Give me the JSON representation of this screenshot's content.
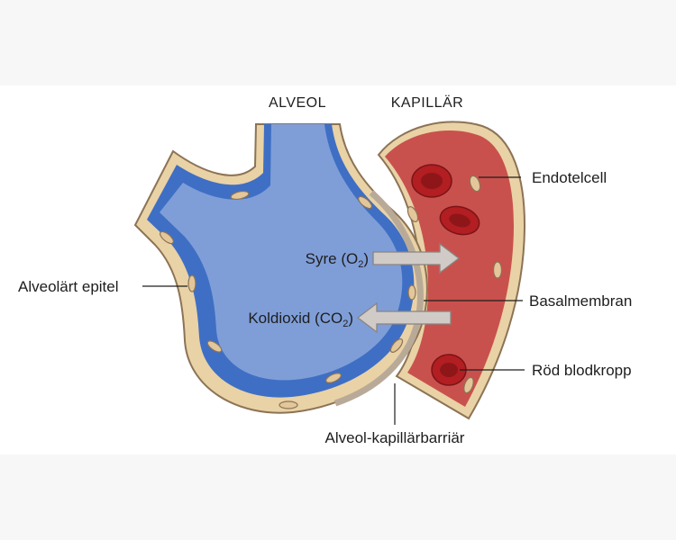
{
  "headers": {
    "alveol": "ALVEOL",
    "kapillar": "KAPILLÄR"
  },
  "labels": {
    "endotelcell": "Endotelcell",
    "alveolart_epitel": "Alveolärt epitel",
    "basalmembran": "Basalmembran",
    "rod_blodkropp": "Röd blodkropp",
    "barrier": "Alveol-kapillärbarriär"
  },
  "gas": {
    "oxygen": {
      "prefix": "Syre (O",
      "sub": "2",
      "suffix": ")"
    },
    "co2": {
      "prefix": "Koldioxid (CO",
      "sub": "2",
      "suffix": ")"
    }
  },
  "colors": {
    "alveolar_air": "#7f9ed8",
    "alveolar_fluid": "#3f6fc4",
    "epithelium": "#e9d2a6",
    "epithelium_outline": "#8c7355",
    "basement_membrane": "#b9aa98",
    "capillary_blood": "#c9514d",
    "red_blood_cell": "#b21e22",
    "arrow_fill": "#d0cbc6"
  }
}
